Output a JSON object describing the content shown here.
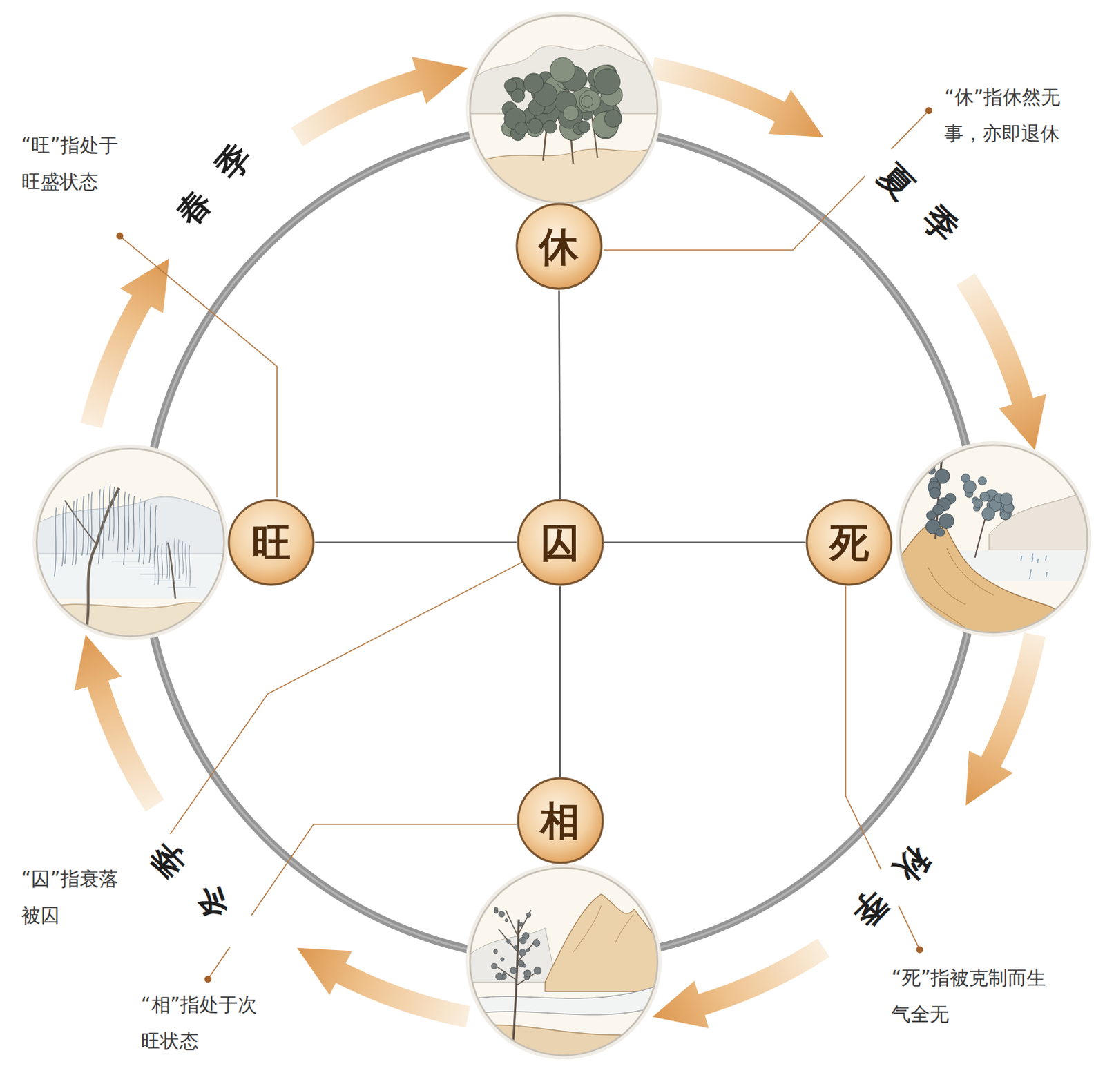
{
  "diagram": {
    "nodes": [
      {
        "text": [
          "休"
        ]
      },
      {
        "text": [
          "旺"
        ]
      },
      {
        "text": [
          "囚"
        ]
      },
      {
        "text": [
          "死"
        ]
      },
      {
        "text": [
          "相"
        ]
      }
    ],
    "edges": [
      {
        "from": 2,
        "to": 0,
        "arrow": "none"
      },
      {
        "from": 2,
        "to": 1,
        "arrow": "none"
      },
      {
        "from": 2,
        "to": 3,
        "arrow": "none"
      },
      {
        "from": 2,
        "to": 4,
        "arrow": "none"
      }
    ],
    "labels": [
      "春季",
      "夏季",
      "秋季",
      "冬季",
      "“旺”指处于 旺盛状态",
      "“休”指休然无 事，亦即退休",
      "“囚”指衰落 被囚",
      "“相”指处于次 旺状态",
      "“死”指被克制而生 气全无"
    ]
  }
}
